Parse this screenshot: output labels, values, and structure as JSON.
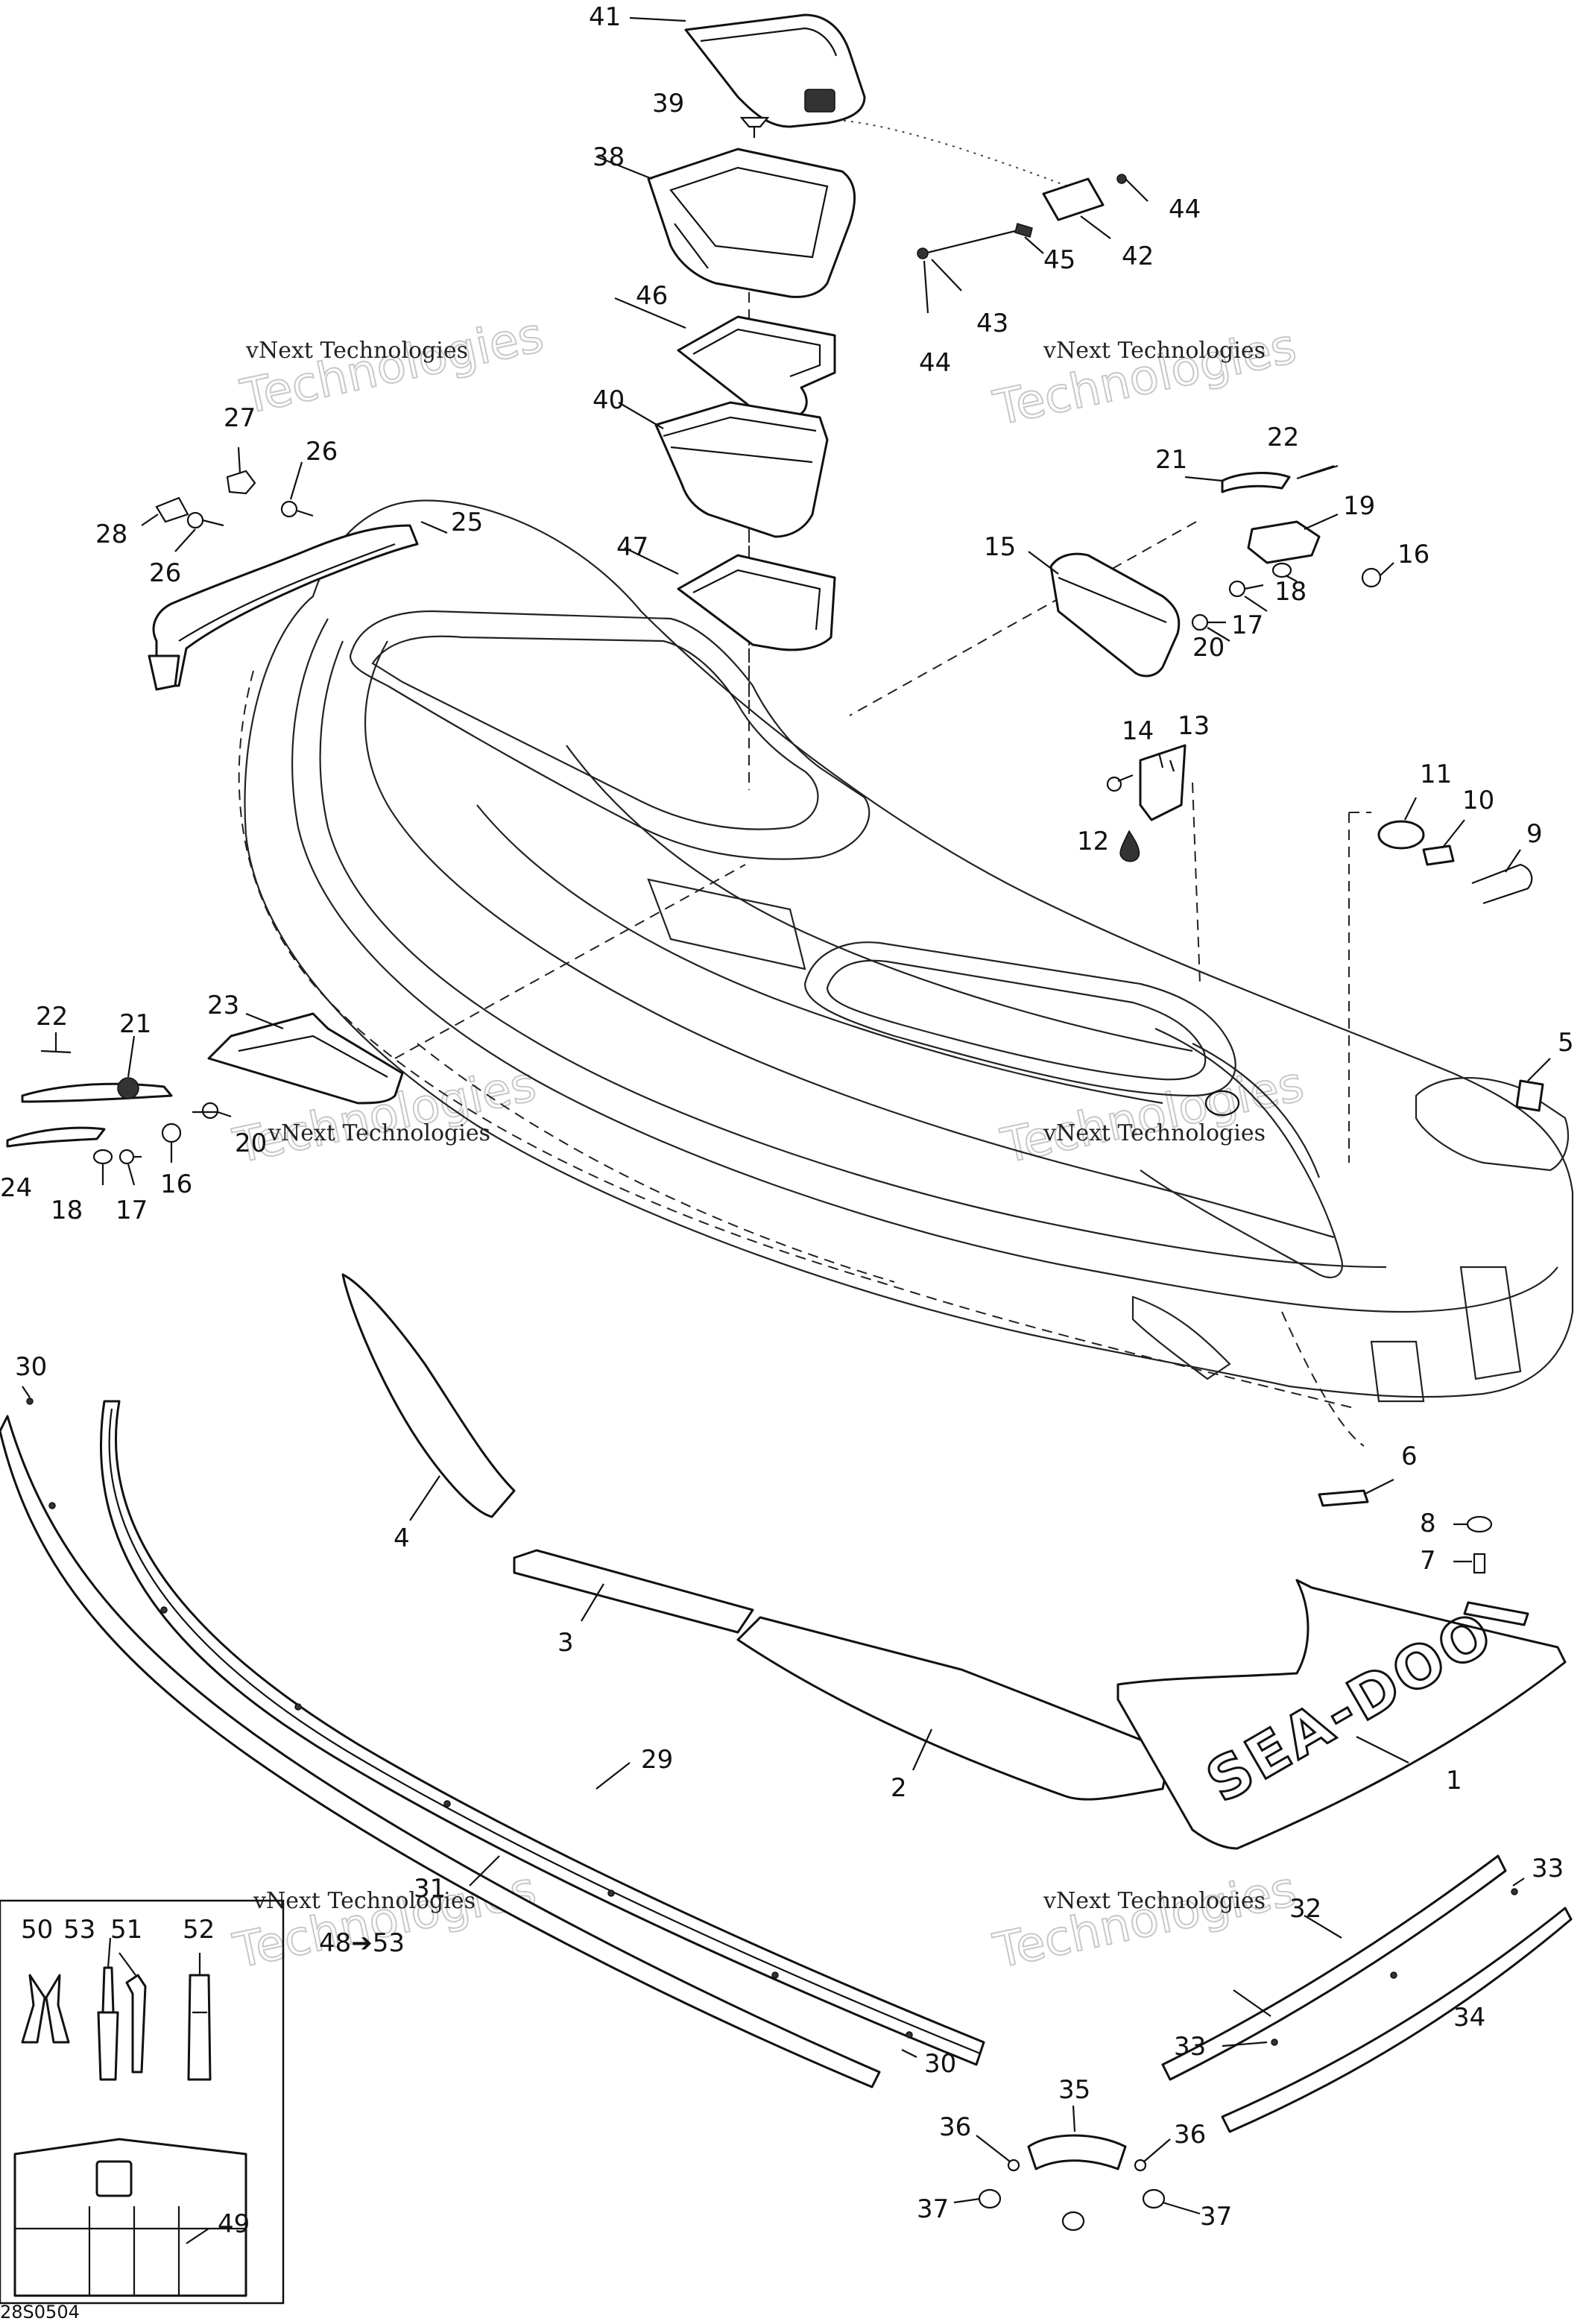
{
  "callouts": [
    "1",
    "2",
    "3",
    "4",
    "5",
    "6",
    "7",
    "8",
    "9",
    "10",
    "11",
    "12",
    "13",
    "14",
    "15",
    "16",
    "16",
    "17",
    "17",
    "18",
    "18",
    "19",
    "20",
    "20",
    "21",
    "21",
    "22",
    "22",
    "23",
    "24",
    "25",
    "26",
    "26",
    "27",
    "28",
    "29",
    "30",
    "30",
    "31",
    "32",
    "33",
    "33",
    "34",
    "35",
    "36",
    "36",
    "37",
    "37",
    "38",
    "39",
    "40",
    "41",
    "42",
    "43",
    "44",
    "44",
    "45",
    "46",
    "47",
    "49",
    "50",
    "51",
    "52",
    "53"
  ],
  "kit_range": {
    "from": "48",
    "arrow": "➔",
    "to": "53"
  },
  "brand_text": "SEA-DOO",
  "drawing_code": "28S0504",
  "watermark": {
    "line1": "vNext Technologies",
    "line2": "Technologies"
  }
}
